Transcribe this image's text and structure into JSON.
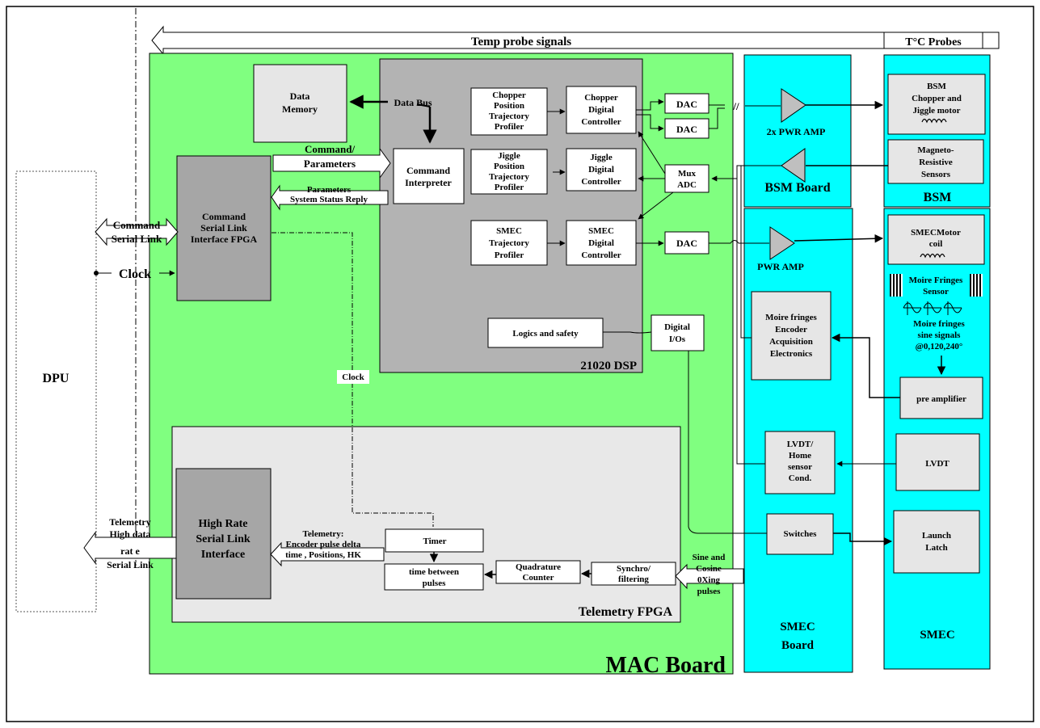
{
  "colors": {
    "mac_board": "#80ff80",
    "cyan_board": "#00ffff",
    "dsp": "#b3b3b3",
    "fpga_dark": "#a6a6a6",
    "light_box": "#e6e6e6",
    "telemetry_fpga": "#e8e8e8"
  },
  "labels": {
    "temp_probe": "Temp probe signals",
    "tc_probes": "T°C Probes",
    "dpu": "DPU",
    "data_memory": [
      "Data",
      "Memory"
    ],
    "data_bus": "Data Bus",
    "command_params_arrow": [
      "Command/",
      "Parameters"
    ],
    "status_reply_arrow": [
      "Parameters",
      "System Status Reply"
    ],
    "command_interpreter": [
      "Command",
      "Interpreter"
    ],
    "command_serial_link": [
      "Command",
      "Serial Link"
    ],
    "clock_main": "Clock",
    "cmd_fpga": [
      "Command",
      "Serial Link",
      "Interface FPGA"
    ],
    "chopper_profiler": [
      "Chopper",
      "Position",
      "Trajectory",
      "Profiler"
    ],
    "chopper_controller": [
      "Chopper",
      "Digital",
      "Controller"
    ],
    "jiggle_profiler": [
      "Jiggle",
      "Position",
      "Trajectory",
      "Profiler"
    ],
    "jiggle_controller": [
      "Jiggle",
      "Digital",
      "Controller"
    ],
    "smec_profiler": [
      "SMEC",
      "Trajectory",
      "Profiler"
    ],
    "smec_controller": [
      "SMEC",
      "Digital",
      "Controller"
    ],
    "dac": "DAC",
    "mux_adc": [
      "Mux",
      "ADC"
    ],
    "logics_safety": "Logics and safety",
    "digital_ios": [
      "Digital",
      "I/Os"
    ],
    "dsp_title": "21020 DSP",
    "clock_small": "Clock",
    "pwr_amp_2x": "2x PWR AMP",
    "bsm_board": "BSM Board",
    "bsm_motor": [
      "BSM",
      "Chopper and",
      "Jiggle motor"
    ],
    "magneto": [
      "Magneto-",
      "Resistive",
      "Sensors"
    ],
    "bsm": "BSM",
    "pwr_amp": "PWR AMP",
    "smec_motor": [
      "SMECMotor",
      "coil"
    ],
    "moire_sensor": [
      "Moire Fringes",
      "Sensor"
    ],
    "moire_signals": [
      "Moire fringes",
      "sine signals",
      "@0,120,240°"
    ],
    "moire_encoder": [
      "Moire fringes",
      "Encoder",
      "Acquisition",
      "Electronics"
    ],
    "pre_amplifier": "pre amplifier",
    "lvdt_cond": [
      "LVDT/",
      "Home",
      "sensor",
      "Cond."
    ],
    "lvdt": "LVDT",
    "switches": "Switches",
    "launch_latch": [
      "Launch",
      "Latch"
    ],
    "smec_board": [
      "SMEC",
      "Board"
    ],
    "smec": "SMEC",
    "high_rate": [
      "High Rate",
      "Serial Link",
      "Interface"
    ],
    "telemetry_out": [
      "Telemetry",
      "High data",
      "rat e",
      "Serial Link"
    ],
    "telemetry_in": [
      "Telemetry:",
      "Encoder pulse delta",
      "time , Positions, HK"
    ],
    "timer": "Timer",
    "time_between": [
      "time between",
      "pulses"
    ],
    "quadrature": [
      "Quadrature",
      "Counter"
    ],
    "synchro": [
      "Synchro/",
      "filtering"
    ],
    "sine_cosine": [
      "Sine and",
      "Cosine",
      "0Xing",
      "pulses"
    ],
    "telemetry_fpga": "Telemetry FPGA",
    "mac_board": "MAC Board",
    "slashes": "//"
  }
}
